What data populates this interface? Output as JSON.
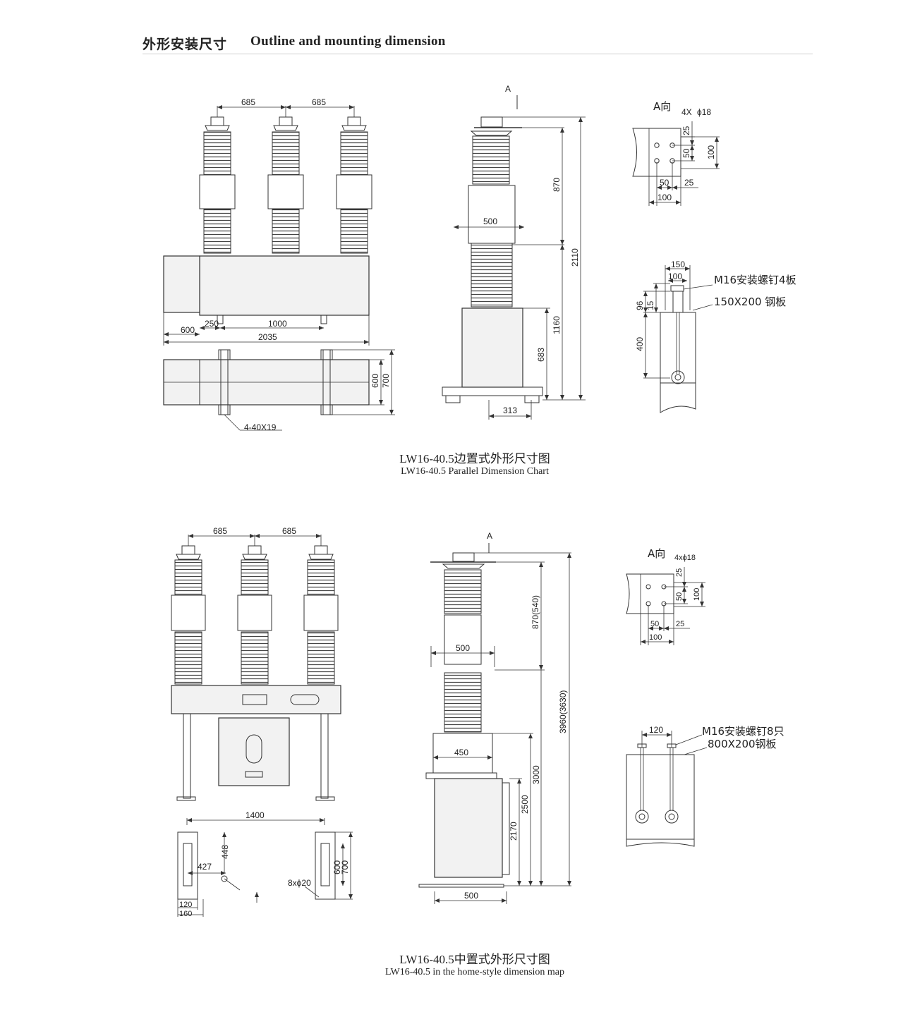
{
  "header": {
    "title_cn": "外形安装尺寸",
    "title_en": "Outline and mounting dimension"
  },
  "section1": {
    "caption_cn": "LW16-40.5边置式外形尺寸图",
    "caption_en": "LW16-40.5 Parallel Dimension Chart",
    "front_dims": {
      "pole_spacing_1": "685",
      "pole_spacing_2": "685",
      "d250": "250",
      "d1000": "1000",
      "d600": "600",
      "d2035": "2035"
    },
    "plan_dims": {
      "d600": "600",
      "d700": "700",
      "holes": "4-40X19"
    },
    "side_dims": {
      "view_a": "A",
      "d500": "500",
      "d870": "870",
      "d2110": "2110",
      "d1160": "1160",
      "d683": "683",
      "d313": "313"
    },
    "view_a": {
      "title": "A向",
      "holes": "4X",
      "phi18": "ϕ18",
      "d25a": "25",
      "d50a": "50",
      "d100a": "100",
      "d50b": "50",
      "d25b": "25",
      "d100b": "100"
    },
    "mount": {
      "d150": "150",
      "d100": "100",
      "d96": "96",
      "d15": "15",
      "d400": "400",
      "bolt_label": "M16安装螺钉4板",
      "plate_label": "150X200 钢板"
    }
  },
  "section2": {
    "caption_cn": "LW16-40.5中置式外形尺寸图",
    "caption_en": "LW16-40.5 in the home-style dimension map",
    "front_dims": {
      "pole_spacing_1": "685",
      "pole_spacing_2": "685"
    },
    "base_dims": {
      "d1400": "1400",
      "d427": "427",
      "d448": "448",
      "d120": "120",
      "d160": "160",
      "d600": "600",
      "d700": "700",
      "holes": "8xϕ20"
    },
    "side_dims": {
      "view_a": "A",
      "d500_top": "500",
      "d870": "870(540)",
      "d3960": "3960(3630)",
      "d450": "450",
      "d3000": "3000",
      "d2500": "2500",
      "d2170": "2170",
      "d500_bottom": "500"
    },
    "view_a": {
      "title": "A向",
      "holes": "4xϕ18",
      "d25a": "25",
      "d50a": "50",
      "d100a": "100",
      "d50b": "50",
      "d25b": "25",
      "d100b": "100"
    },
    "mount": {
      "d120": "120",
      "bolt_label": "M16安装螺钉8只",
      "plate_label": "800X200钢板"
    }
  }
}
